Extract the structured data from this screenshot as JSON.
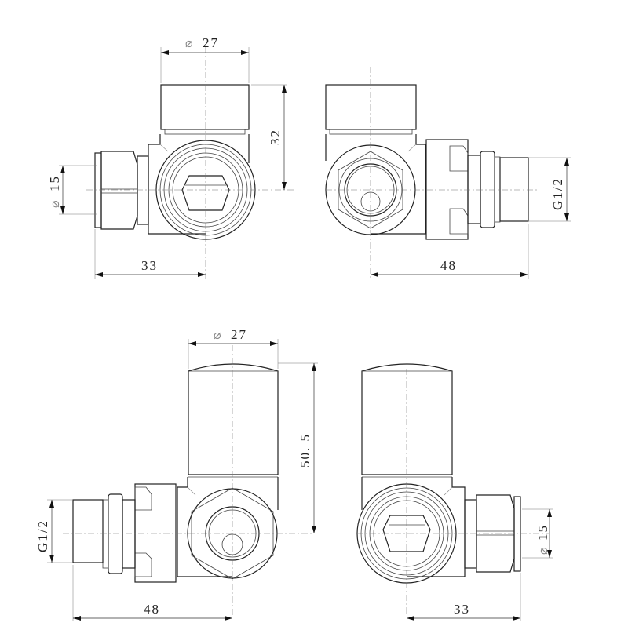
{
  "drawing": {
    "views": [
      {
        "id": "top-left",
        "description": "Short-head angled valve, compression inlet on left",
        "dimensions": {
          "head_diameter": "27",
          "head_height": "32",
          "pipe_diameter": "15",
          "inlet_length": "33"
        }
      },
      {
        "id": "top-right",
        "description": "Short-head angled valve, threaded tail on right",
        "dimensions": {
          "thread": "G1/2",
          "tail_length": "48"
        }
      },
      {
        "id": "bottom-left",
        "description": "Tall-head angled valve, threaded tail on left",
        "dimensions": {
          "head_diameter": "27",
          "head_height": "50. 5",
          "thread": "G1/2",
          "tail_length": "48"
        }
      },
      {
        "id": "bottom-right",
        "description": "Tall-head angled valve, compression inlet on right",
        "dimensions": {
          "pipe_diameter": "15",
          "inlet_length": "33"
        }
      }
    ],
    "diameter_symbol": "⌀",
    "colors": {
      "line": "#222222",
      "centerline": "#777777",
      "background": "#ffffff"
    }
  }
}
